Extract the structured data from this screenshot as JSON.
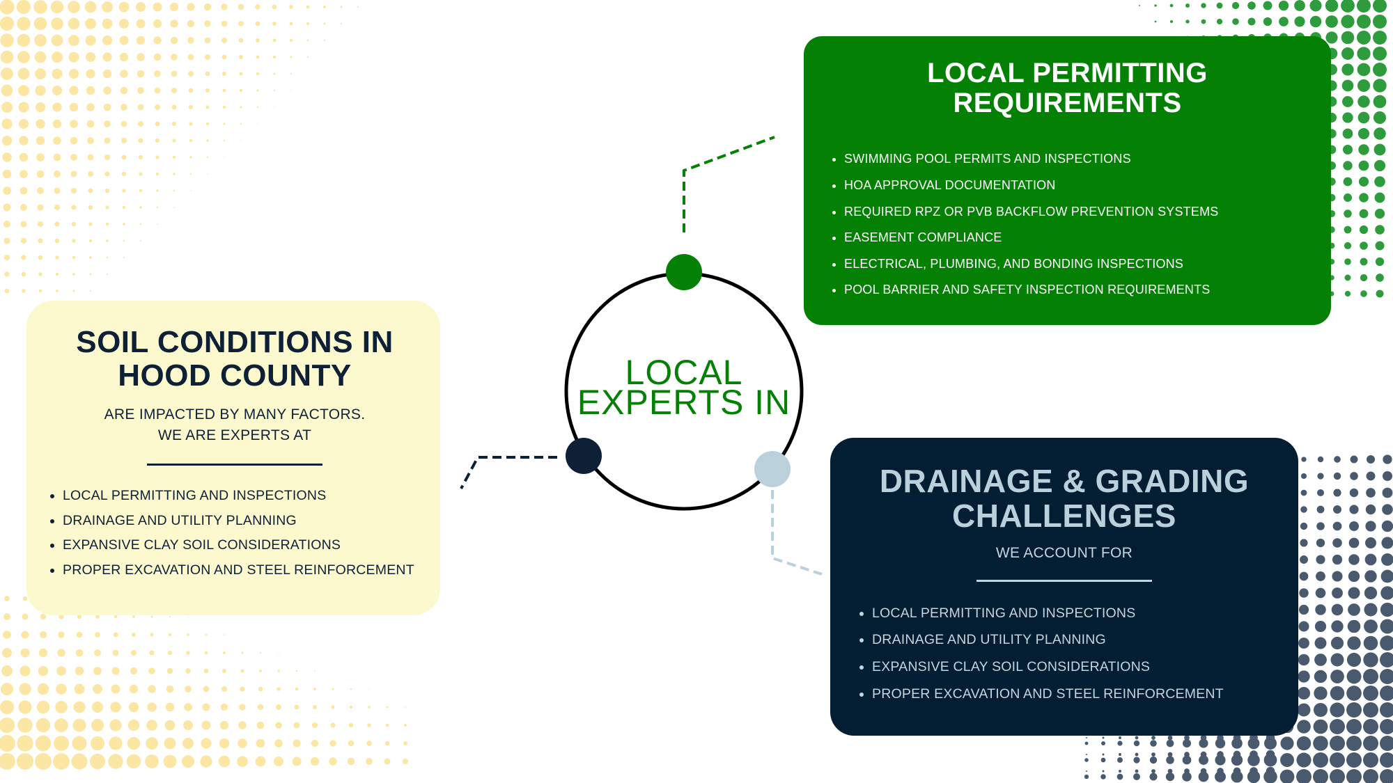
{
  "center": {
    "line1": "LOCAL",
    "line2": "EXPERTS IN"
  },
  "green_panel": {
    "title_line1": "LOCAL PERMITTING",
    "title_line2": "REQUIREMENTS",
    "items": [
      "SWIMMING POOL PERMITS AND INSPECTIONS",
      "HOA APPROVAL DOCUMENTATION",
      "REQUIRED RPZ OR PVB BACKFLOW PREVENTION SYSTEMS",
      "EASEMENT COMPLIANCE",
      "ELECTRICAL, PLUMBING, AND BONDING INSPECTIONS",
      "POOL BARRIER AND SAFETY INSPECTION REQUIREMENTS"
    ]
  },
  "yellow_panel": {
    "title_line1": "SOIL CONDITIONS IN",
    "title_line2": "HOOD COUNTY",
    "subtitle_line1": "ARE IMPACTED BY MANY FACTORS.",
    "subtitle_line2": "WE ARE EXPERTS AT",
    "items": [
      "LOCAL PERMITTING AND INSPECTIONS",
      "DRAINAGE AND UTILITY PLANNING",
      "EXPANSIVE CLAY SOIL CONSIDERATIONS",
      "PROPER EXCAVATION AND STEEL REINFORCEMENT"
    ]
  },
  "navy_panel": {
    "title_line1": "DRAINAGE & GRADING",
    "title_line2": "CHALLENGES",
    "subtitle": "WE ACCOUNT FOR",
    "items": [
      "LOCAL PERMITTING AND INSPECTIONS",
      "DRAINAGE AND UTILITY PLANNING",
      "EXPANSIVE CLAY SOIL CONSIDERATIONS",
      "PROPER EXCAVATION AND STEEL REINFORCEMENT"
    ]
  },
  "colors": {
    "green": "#048004",
    "navy": "#031d33",
    "light_blue": "#bad1dc",
    "pale_yellow": "#fdf9cf",
    "halftone_yellow": "#fbe7a3",
    "halftone_green": "#2e9c3c",
    "halftone_slate": "#4a5a6e"
  }
}
